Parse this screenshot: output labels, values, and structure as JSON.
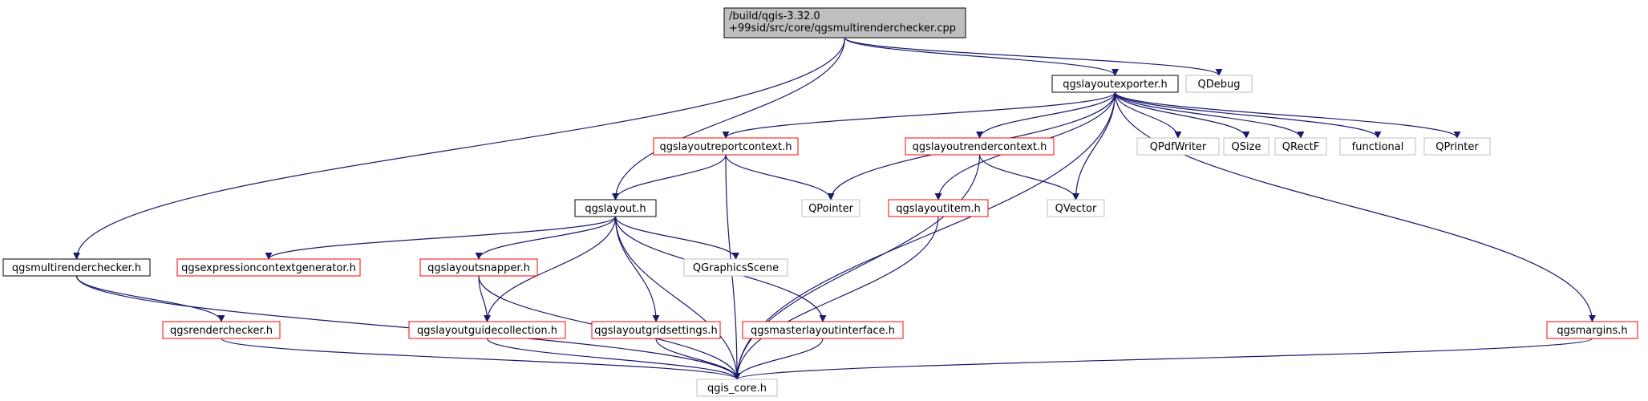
{
  "colors": {
    "edge": "#191970",
    "border_main": "#000000",
    "border_red": "#ff0000",
    "border_gray": "#bfbfbf",
    "fill_root": "#bfbfbf",
    "fill": "#ffffff",
    "text": "#000000"
  },
  "nodes": {
    "root": {
      "lines": [
        "/build/qgis-3.32.0",
        "+99sid/src/core/qgsmultirenderchecker.cpp"
      ],
      "style": "root"
    },
    "layoutexporter": {
      "lines": [
        "qgslayoutexporter.h"
      ],
      "style": "main"
    },
    "qdebug": {
      "lines": [
        "QDebug"
      ],
      "style": "gray"
    },
    "reportcontext": {
      "lines": [
        "qgslayoutreportcontext.h"
      ],
      "style": "red"
    },
    "rendercontext": {
      "lines": [
        "qgslayoutrendercontext.h"
      ],
      "style": "red"
    },
    "qpdfwriter": {
      "lines": [
        "QPdfWriter"
      ],
      "style": "gray"
    },
    "qsize": {
      "lines": [
        "QSize"
      ],
      "style": "gray"
    },
    "qrectf": {
      "lines": [
        "QRectF"
      ],
      "style": "gray"
    },
    "functional": {
      "lines": [
        "functional"
      ],
      "style": "gray"
    },
    "qprinter": {
      "lines": [
        "QPrinter"
      ],
      "style": "gray"
    },
    "layout": {
      "lines": [
        "qgslayout.h"
      ],
      "style": "main"
    },
    "qpointer": {
      "lines": [
        "QPointer"
      ],
      "style": "gray"
    },
    "layoutitem": {
      "lines": [
        "qgslayoutitem.h"
      ],
      "style": "red"
    },
    "qvector": {
      "lines": [
        "QVector"
      ],
      "style": "gray"
    },
    "multirenderchecker": {
      "lines": [
        "qgsmultirenderchecker.h"
      ],
      "style": "main"
    },
    "exprctxgen": {
      "lines": [
        "qgsexpressioncontextgenerator.h"
      ],
      "style": "red"
    },
    "snapper": {
      "lines": [
        "qgslayoutsnapper.h"
      ],
      "style": "red"
    },
    "qgraphicsscene": {
      "lines": [
        "QGraphicsScene"
      ],
      "style": "gray"
    },
    "renderchecker": {
      "lines": [
        "qgsrenderchecker.h"
      ],
      "style": "red"
    },
    "guidecollection": {
      "lines": [
        "qgslayoutguidecollection.h"
      ],
      "style": "red"
    },
    "gridsettings": {
      "lines": [
        "qgslayoutgridsettings.h"
      ],
      "style": "red"
    },
    "masterlayout": {
      "lines": [
        "qgsmasterlayoutinterface.h"
      ],
      "style": "red"
    },
    "margins": {
      "lines": [
        "qgsmargins.h"
      ],
      "style": "red"
    },
    "core": {
      "lines": [
        "qgis_core.h"
      ],
      "style": "gray"
    }
  },
  "edges": [
    [
      "root",
      "layoutexporter"
    ],
    [
      "root",
      "qdebug"
    ],
    [
      "root",
      "layout"
    ],
    [
      "root",
      "multirenderchecker"
    ],
    [
      "layoutexporter",
      "reportcontext"
    ],
    [
      "layoutexporter",
      "rendercontext"
    ],
    [
      "layoutexporter",
      "qpdfwriter"
    ],
    [
      "layoutexporter",
      "qsize"
    ],
    [
      "layoutexporter",
      "qrectf"
    ],
    [
      "layoutexporter",
      "functional"
    ],
    [
      "layoutexporter",
      "qprinter"
    ],
    [
      "layoutexporter",
      "qpointer"
    ],
    [
      "layoutexporter",
      "layoutitem"
    ],
    [
      "layoutexporter",
      "qvector"
    ],
    [
      "layoutexporter",
      "margins"
    ],
    [
      "layoutexporter",
      "core"
    ],
    [
      "reportcontext",
      "layout"
    ],
    [
      "reportcontext",
      "qpointer"
    ],
    [
      "reportcontext",
      "core"
    ],
    [
      "rendercontext",
      "qvector"
    ],
    [
      "rendercontext",
      "core"
    ],
    [
      "layout",
      "exprctxgen"
    ],
    [
      "layout",
      "snapper"
    ],
    [
      "layout",
      "qgraphicsscene"
    ],
    [
      "layout",
      "guidecollection"
    ],
    [
      "layout",
      "gridsettings"
    ],
    [
      "layout",
      "masterlayout"
    ],
    [
      "layout",
      "core"
    ],
    [
      "snapper",
      "guidecollection"
    ],
    [
      "snapper",
      "core"
    ],
    [
      "multirenderchecker",
      "renderchecker"
    ],
    [
      "multirenderchecker",
      "core"
    ],
    [
      "renderchecker",
      "core"
    ],
    [
      "guidecollection",
      "core"
    ],
    [
      "gridsettings",
      "core"
    ],
    [
      "masterlayout",
      "core"
    ],
    [
      "layoutitem",
      "core"
    ],
    [
      "margins",
      "core"
    ]
  ]
}
